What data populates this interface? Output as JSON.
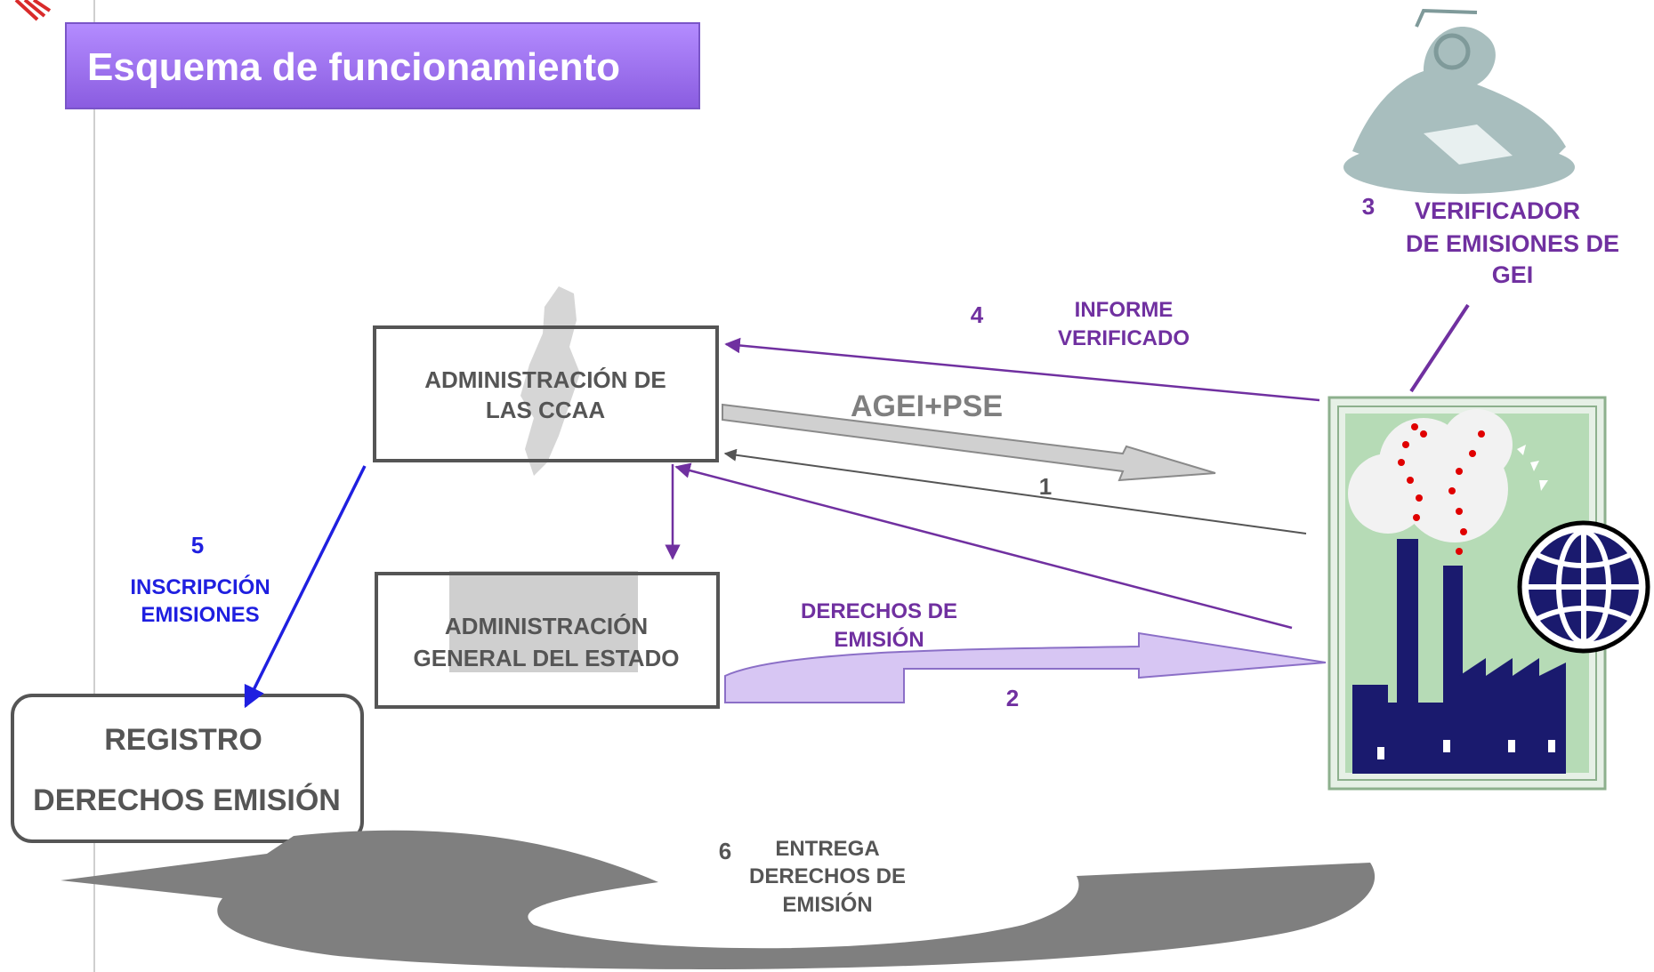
{
  "title": "Esquema de funcionamiento",
  "nodes": {
    "ccaa": {
      "line1": "ADMINISTRACIÓN  DE",
      "line2": "LAS CCAA"
    },
    "age": {
      "line1": "ADMINISTRACIÓN",
      "line2": "GENERAL DEL ESTADO"
    },
    "registro": {
      "line1": "REGISTRO",
      "line2": "DERECHOS EMISIÓN"
    },
    "verificador": {
      "line1": "VERIFICADOR",
      "line2": "DE EMISIONES DE",
      "line3": "GEI"
    }
  },
  "flows": {
    "agei_pse": "AGEI+PSE",
    "step1": "1",
    "step2": "2",
    "step3": "3",
    "step4": "4",
    "step5": "5",
    "step6": "6",
    "informe": {
      "line1": "INFORME",
      "line2": "VERIFICADO"
    },
    "derechos": {
      "line1": "DERECHOS  DE",
      "line2": "EMISIÓN"
    },
    "inscripcion": {
      "line1": "INSCRIPCIÓN",
      "line2": "EMISIONES"
    },
    "entrega": {
      "line1": "ENTREGA",
      "line2": "DERECHOS DE",
      "line3": "EMISIÓN"
    }
  },
  "colors": {
    "purple": "#7030a0",
    "blue": "#1f1fe0",
    "gray_text": "#555555",
    "title_bg": "#9966ee"
  }
}
